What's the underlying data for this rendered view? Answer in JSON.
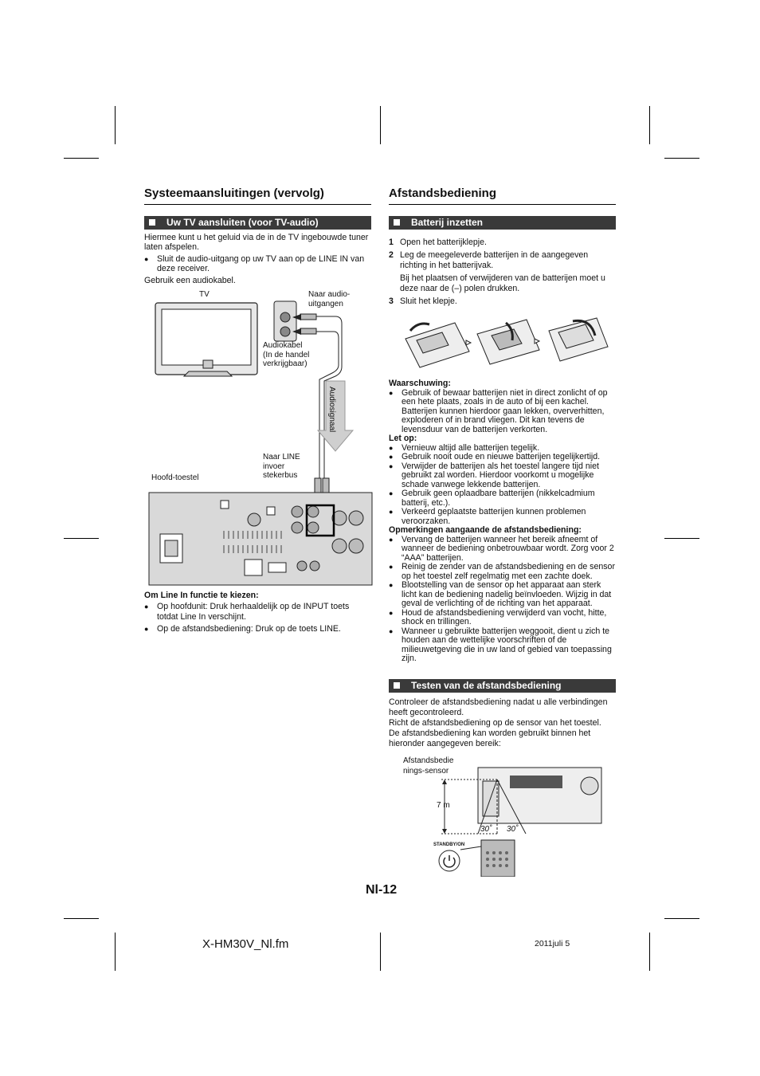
{
  "left": {
    "title": "Systeemaansluitingen (vervolg)",
    "section_bar": "Uw TV aansluiten (voor TV-audio)",
    "intro": "Hiermee kunt u het geluid via de in de TV ingebouwde tuner laten afspelen.",
    "bullet1": "Sluit de audio-uitgang op uw TV aan op de LINE IN van deze receiver.",
    "cable_note": "Gebruik een audiokabel.",
    "diagram": {
      "tv": "TV",
      "to_audio_out_1": "Naar audio-",
      "to_audio_out_2": "uitgangen",
      "audio_cable_1": "Audiokabel",
      "audio_cable_2": "(In de handel",
      "audio_cable_3": "verkrijgbaar)",
      "audio_signal": "Audiosignaal",
      "line_in_1": "Naar LINE",
      "line_in_2": "invoer",
      "line_in_3": "stekerbus",
      "main_unit": "Hoofd-toestel"
    },
    "line_in_title": "Om Line In functie te kiezen:",
    "line_in_bullets": [
      "Op hoofdunit: Druk herhaaldelijk op de INPUT toets totdat Line In verschijnt.",
      "Op de afstandsbediening: Druk op de toets LINE."
    ]
  },
  "right": {
    "title": "Afstandsbediening",
    "section_bar1": "Batterij inzetten",
    "steps": [
      {
        "n": "1",
        "text": "Open het batterijklepje."
      },
      {
        "n": "2",
        "text": "Leg de meegeleverde batterijen in de aangegeven richting in het batterijvak."
      },
      {
        "n": "",
        "text": "Bij het plaatsen of verwijderen van de batterijen moet u deze naar de (–) polen drukken."
      },
      {
        "n": "3",
        "text": "Sluit het klepje."
      }
    ],
    "warning_title": "Waarschuwing:",
    "warning_bullets": [
      "Gebruik of bewaar batterijen niet in direct zonlicht of op een hete plaats, zoals in de auto of bij een kachel. Batterijen kunnen hierdoor gaan lekken, oververhitten, exploderen of in brand vliegen. Dit kan tevens de levensduur van de batterijen verkorten."
    ],
    "note_title": "Let op:",
    "note_bullets": [
      "Vernieuw altijd alle batterijen tegelijk.",
      "Gebruik nooit oude en nieuwe batterijen tegelijkertijd.",
      "Verwijder de batterijen als het toestel langere tijd niet gebruikt zal worden. Hierdoor voorkomt u mogelijke schade vanwege lekkende batterijen.",
      "Gebruik geen oplaadbare batterijen (nikkelcadmium batterij, etc.).",
      "Verkeerd geplaatste batterijen kunnen problemen veroorzaken."
    ],
    "remarks_title": "Opmerkingen aangaande de afstandsbediening:",
    "remarks_bullets": [
      "Vervang de batterijen wanneer het bereik afneemt of wanneer de bediening onbetrouwbaar wordt. Zorg voor 2 “AAA” batterijen.",
      "Reinig de zender van de afstandsbediening en de sensor op het toestel zelf regelmatig met een zachte doek.",
      "Blootstelling van de sensor op het apparaat aan sterk licht kan de bediening nadelig beïnvloeden. Wijzig in dat geval de verlichting of de richting van het apparaat.",
      "Houd de afstandsbediening verwijderd van vocht, hitte, shock en trillingen.",
      "Wanneer u gebruikte batterijen weggooit, dient u zich te houden aan de wettelijke voorschriften of de milieuwetgeving die in uw land of gebied van toepassing zijn."
    ],
    "section_bar2": "Testen van de afstandsbediening",
    "test_text": "Controleer de afstandsbediening nadat u alle verbindingen heeft gecontroleerd.\nRicht de afstandsbediening op de sensor van het toestel.\nDe afstandsbediening kan worden gebruikt binnen het hieronder aangegeven bereik:",
    "diagram": {
      "sensor_1": "Afstandsbedie",
      "sensor_2": "nings-sensor",
      "distance": "7 m",
      "angle_left": "30˚",
      "angle_right": "30˚",
      "standby": "STANDBY/ON"
    }
  },
  "page_number": "Nl-12",
  "footer": {
    "filename": "X-HM30V_Nl.fm",
    "date": "2011juli 5"
  }
}
